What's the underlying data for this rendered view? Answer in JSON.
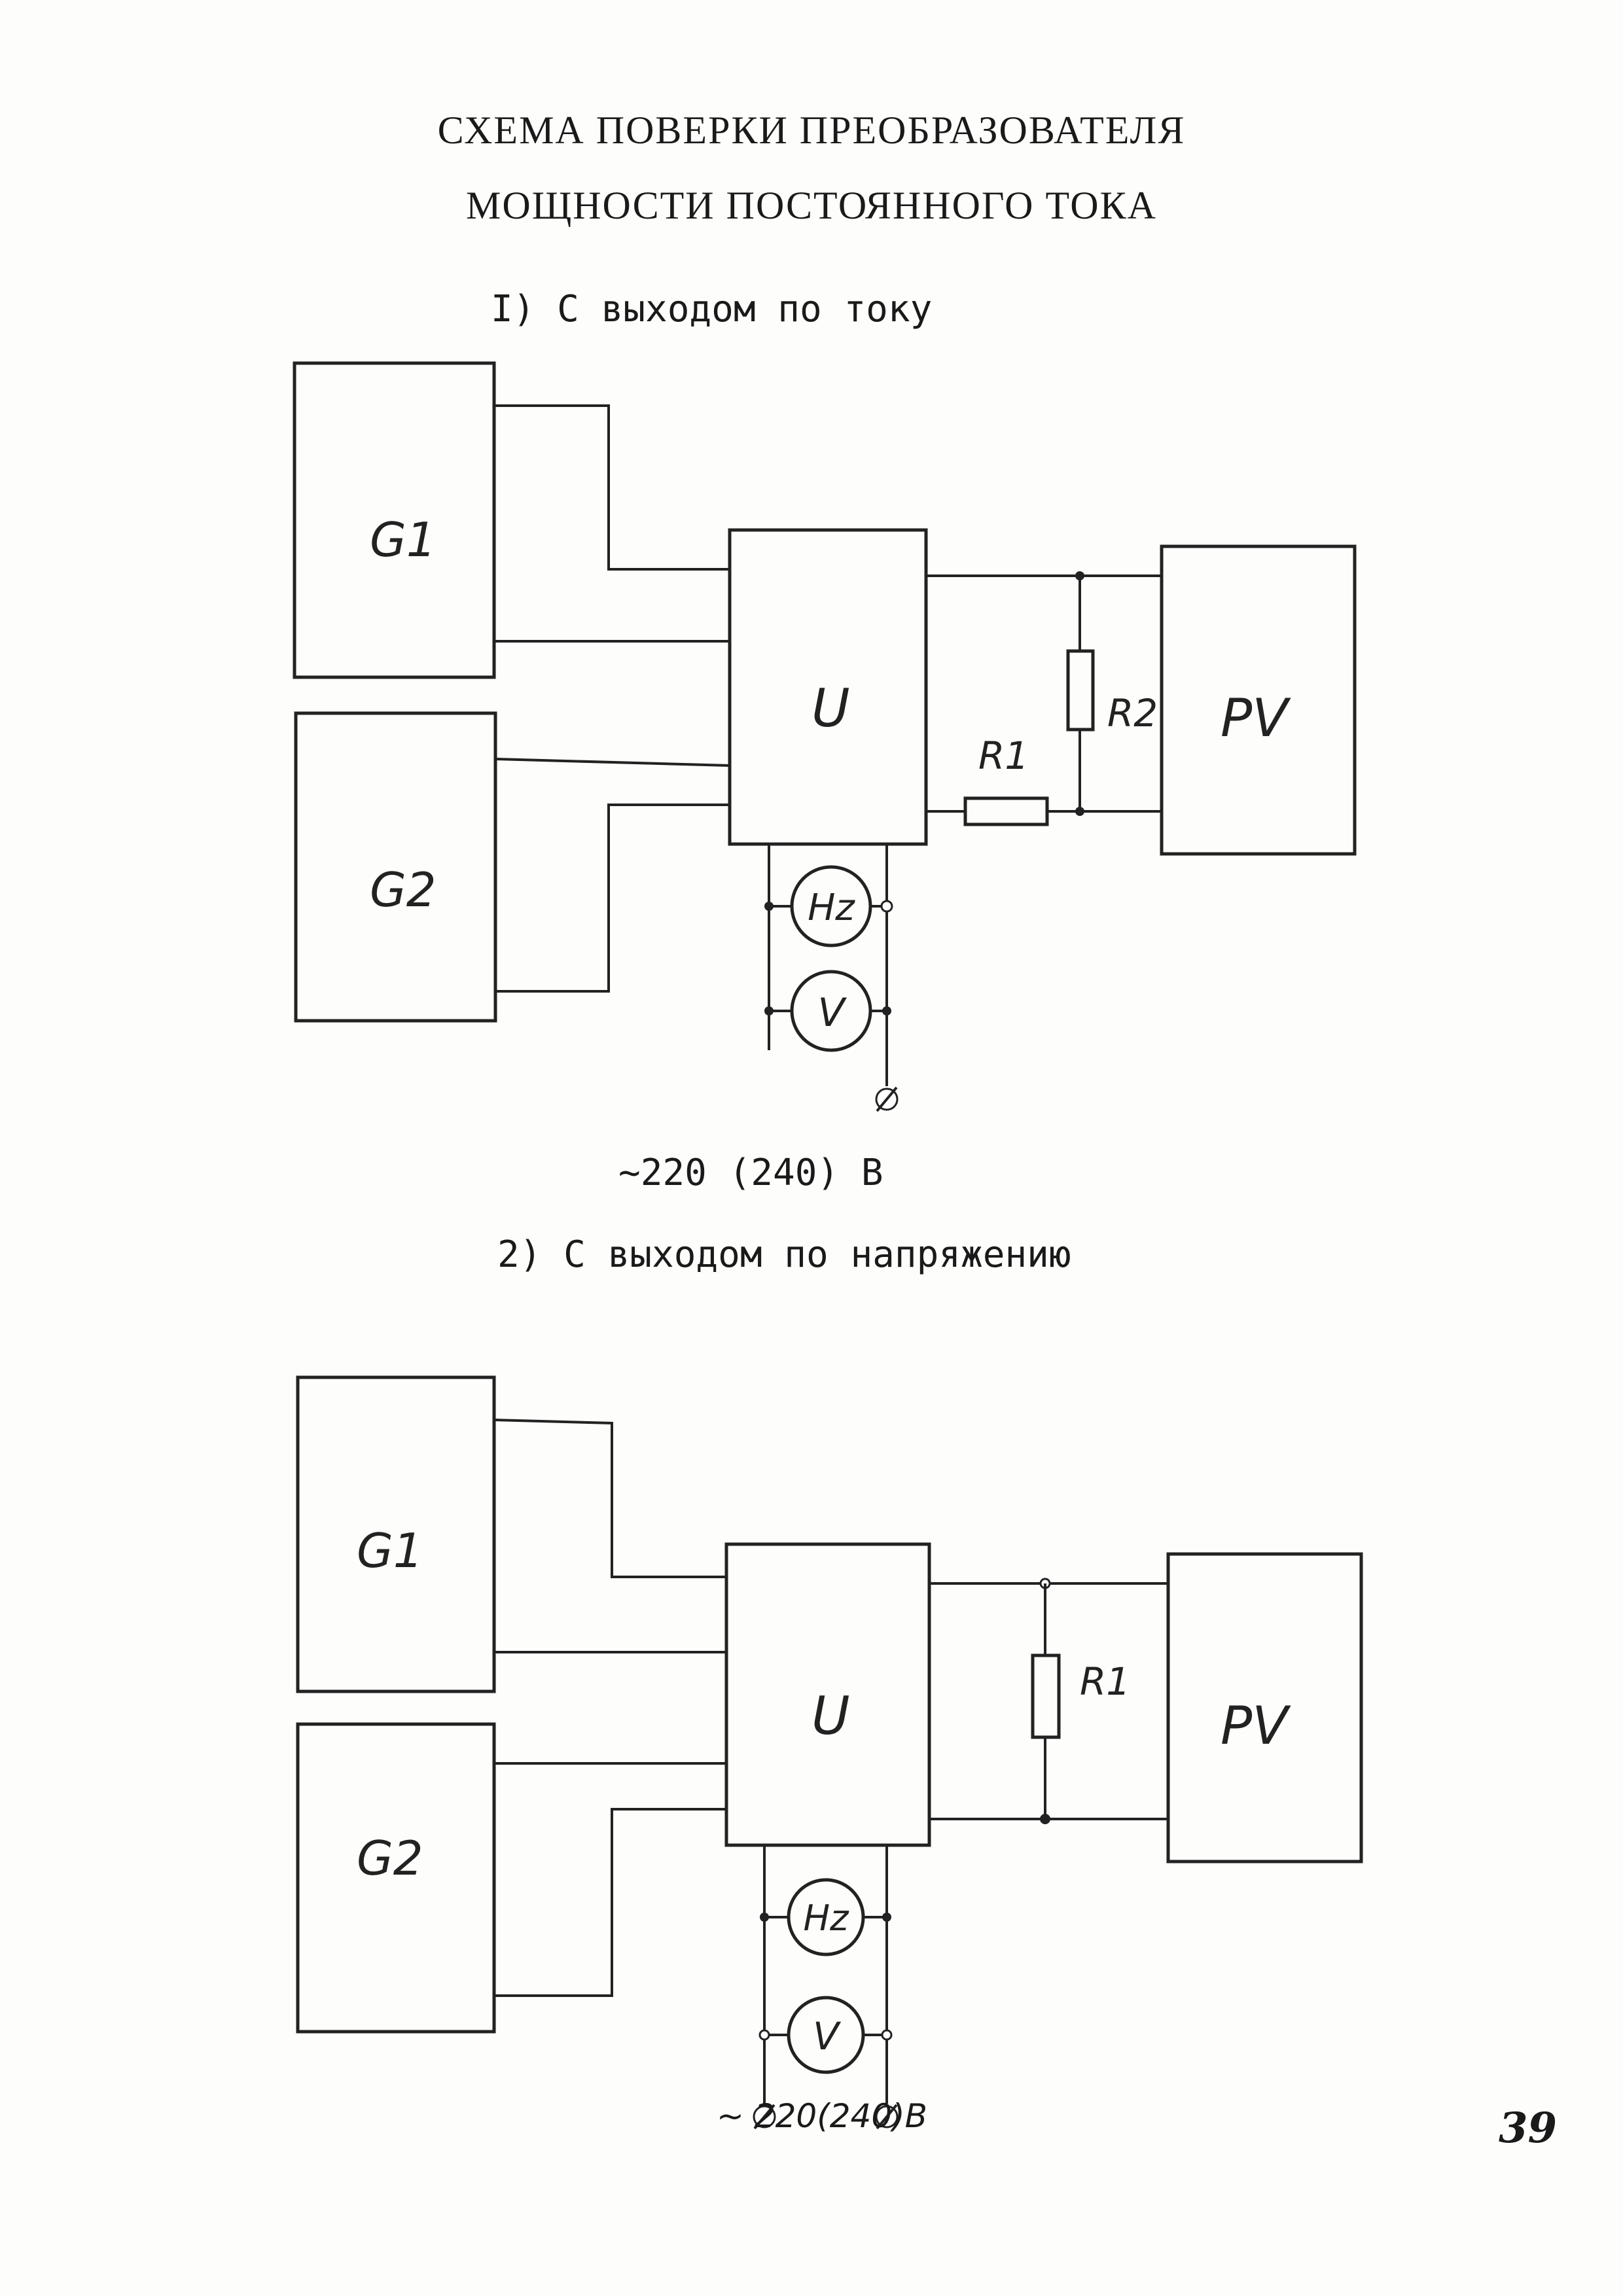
{
  "title": {
    "line1": "СХЕМА ПОВЕРКИ ПРЕОБРАЗОВАТЕЛЯ",
    "line2": "МОЩНОСТИ ПОСТОЯННОГО ТОКА"
  },
  "scheme1": {
    "heading": "I) С выходом по току",
    "blocks": {
      "g1": "G1",
      "g2": "G2",
      "u": "U",
      "pv": "PV"
    },
    "resistors": {
      "r1": "R1",
      "r2": "R2"
    },
    "meters": {
      "hz": "Hz",
      "v": "V"
    },
    "supply": "~220 (240) В"
  },
  "scheme2": {
    "heading": "2) С выходом по напряжению",
    "blocks": {
      "g1": "G1",
      "g2": "G2",
      "u": "U",
      "pv": "PV"
    },
    "resistors": {
      "r1": "R1"
    },
    "meters": {
      "hz": "Hz",
      "v": "V"
    },
    "supply": "~ 220(240)В"
  },
  "page_number": "39"
}
